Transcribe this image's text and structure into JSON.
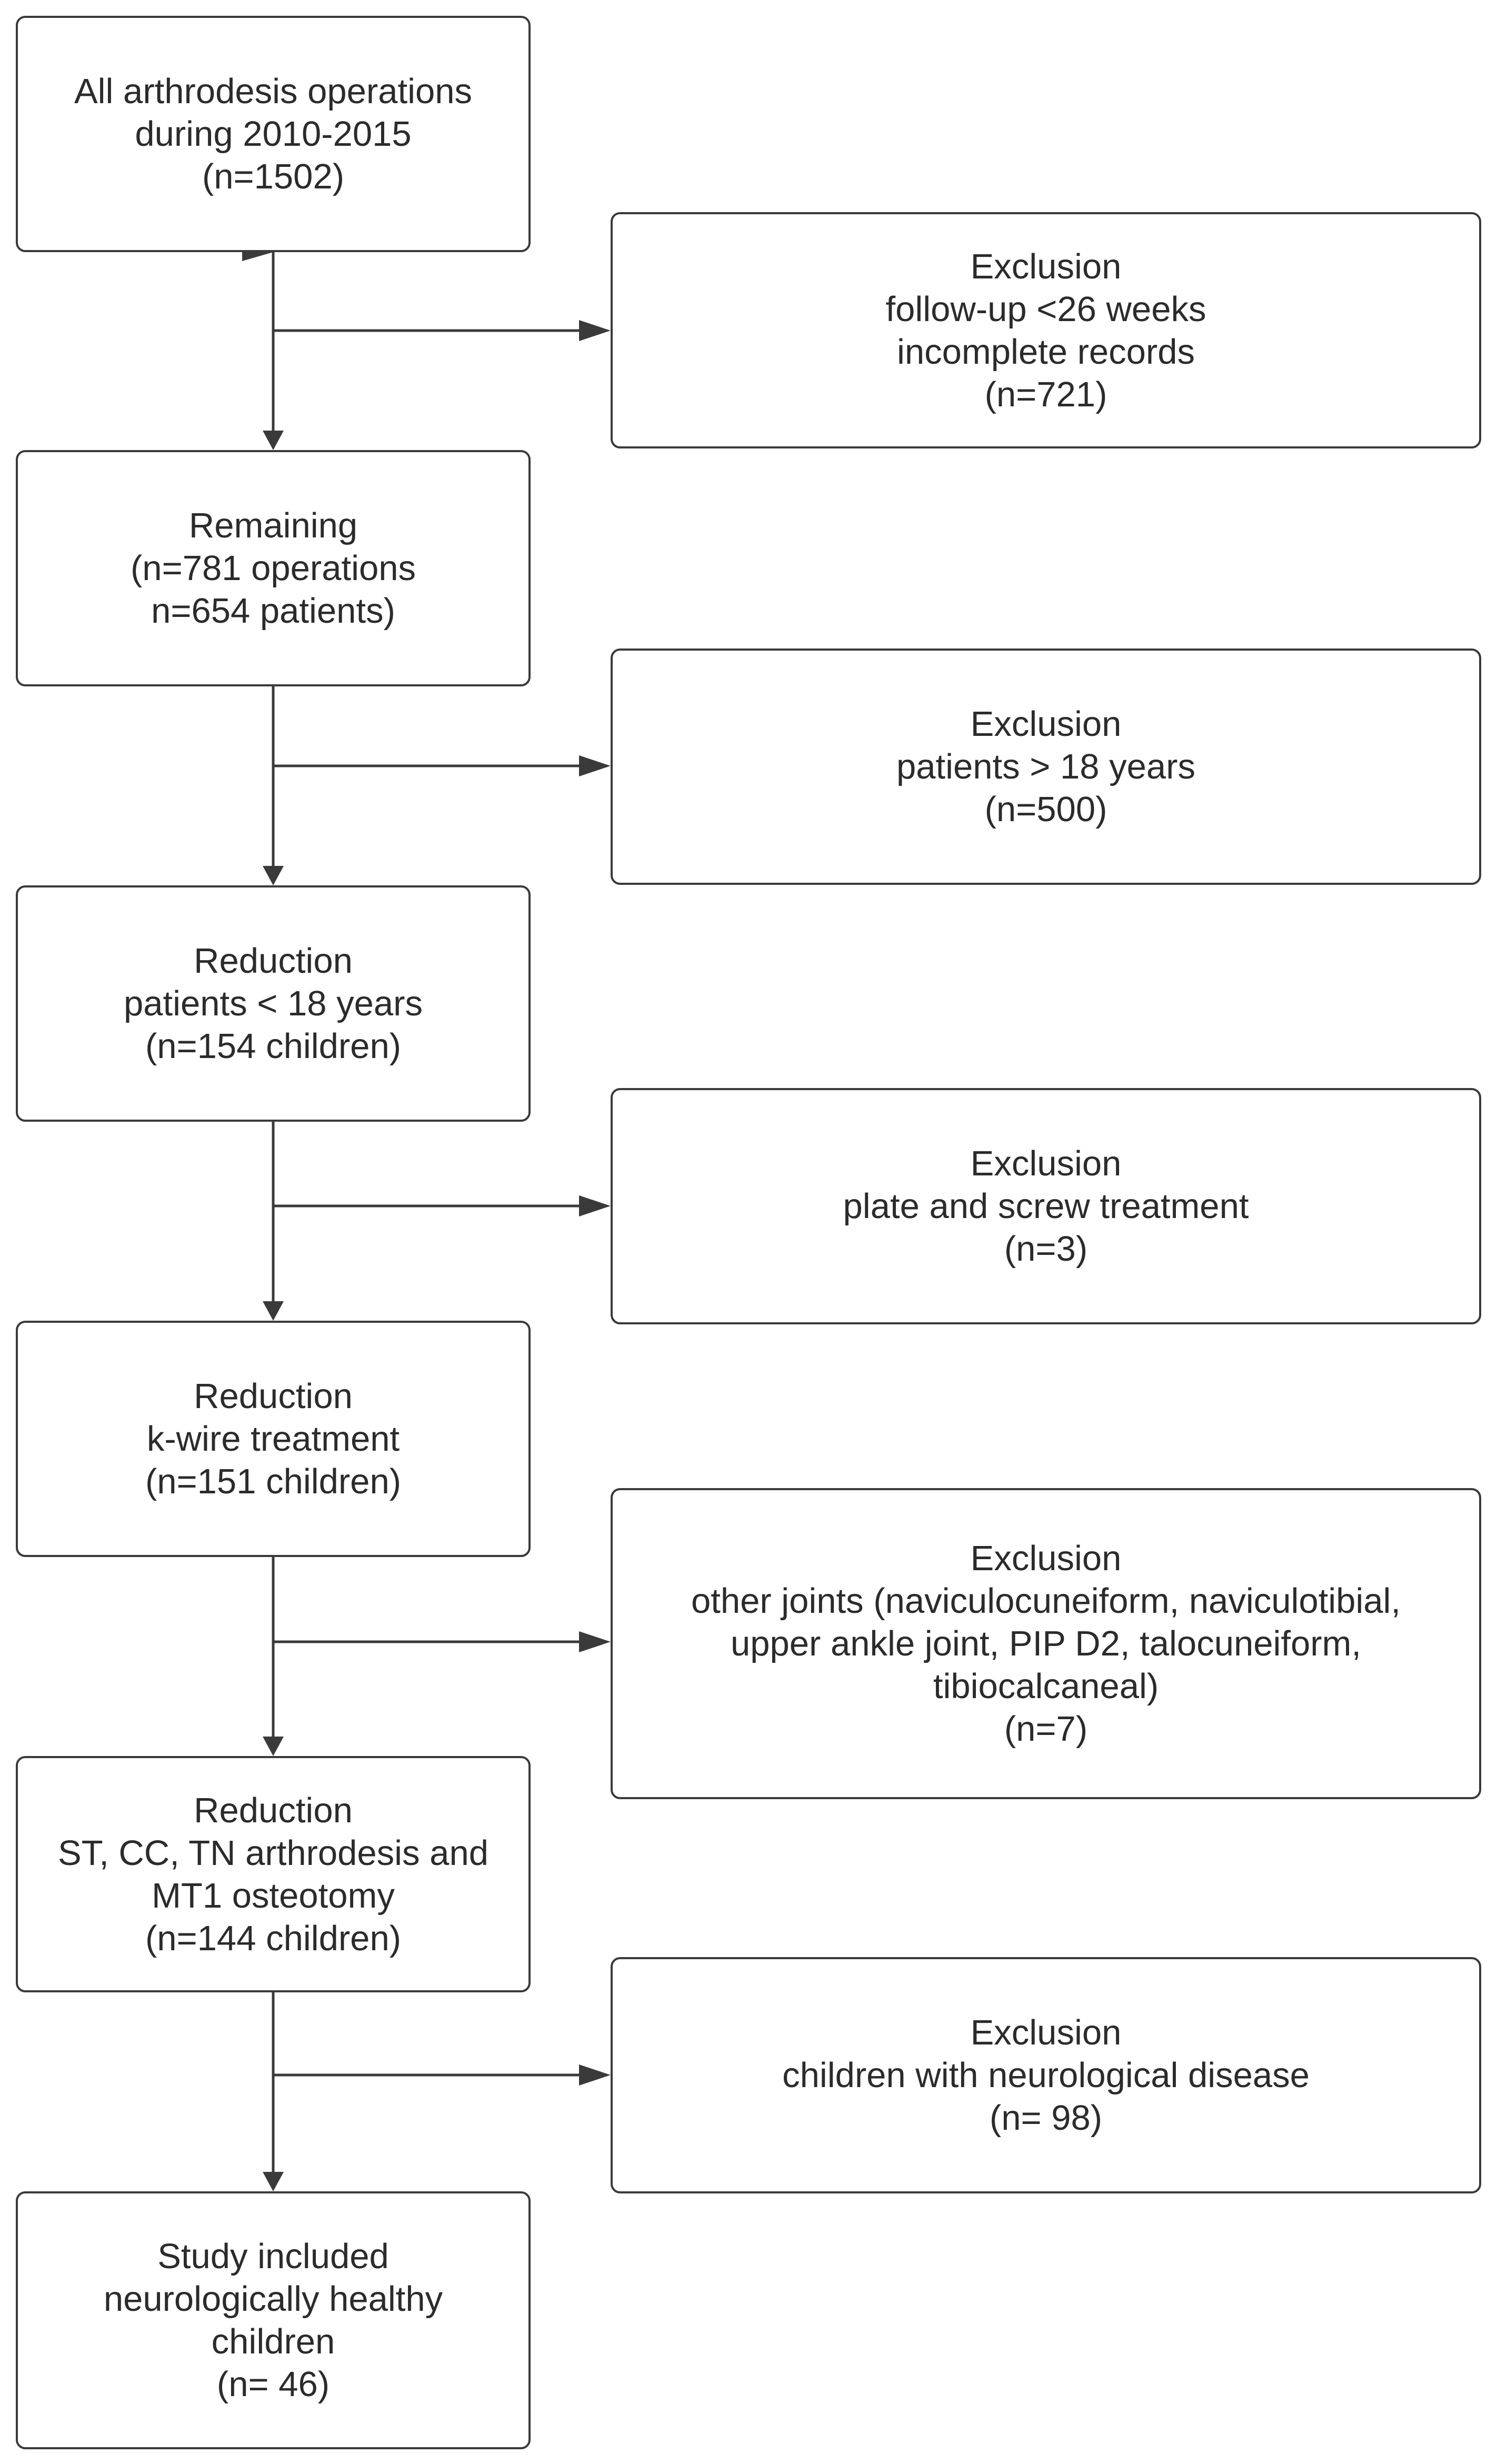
{
  "flowchart": {
    "main_steps": [
      {
        "id": "all",
        "text": "All arthrodesis operations\nduring 2010-2015\n(n=1502)"
      },
      {
        "id": "remaining",
        "text": "Remaining\n(n=781 operations\nn=654 patients)"
      },
      {
        "id": "reduction_age",
        "text": "Reduction\npatients < 18 years\n(n=154 children)"
      },
      {
        "id": "reduction_kwire",
        "text": "Reduction\nk-wire treatment\n(n=151 children)"
      },
      {
        "id": "reduction_joints",
        "text": "Reduction\nST, CC, TN arthrodesis and\nMT1 osteotomy\n(n=144 children)"
      },
      {
        "id": "study",
        "text": "Study included\nneurologically healthy\nchildren\n(n= 46)"
      }
    ],
    "exclusions": [
      {
        "id": "ex_followup",
        "text": "Exclusion\nfollow-up <26 weeks\nincomplete records\n(n=721)"
      },
      {
        "id": "ex_age",
        "text": "Exclusion\npatients > 18 years\n(n=500)"
      },
      {
        "id": "ex_plate",
        "text": "Exclusion\nplate and screw treatment\n(n=3)"
      },
      {
        "id": "ex_joints",
        "text": "Exclusion\nother joints (naviculocuneiform, naviculotibial,\nupper ankle joint, PIP D2, talocuneiform,\ntibiocalcaneal)\n(n=7)"
      },
      {
        "id": "ex_neuro",
        "text": "Exclusion\nchildren with neurological disease\n(n= 98)"
      }
    ],
    "colors": {
      "line": "#3a3a3a",
      "text": "#2b2b2b",
      "background": "#ffffff"
    }
  }
}
